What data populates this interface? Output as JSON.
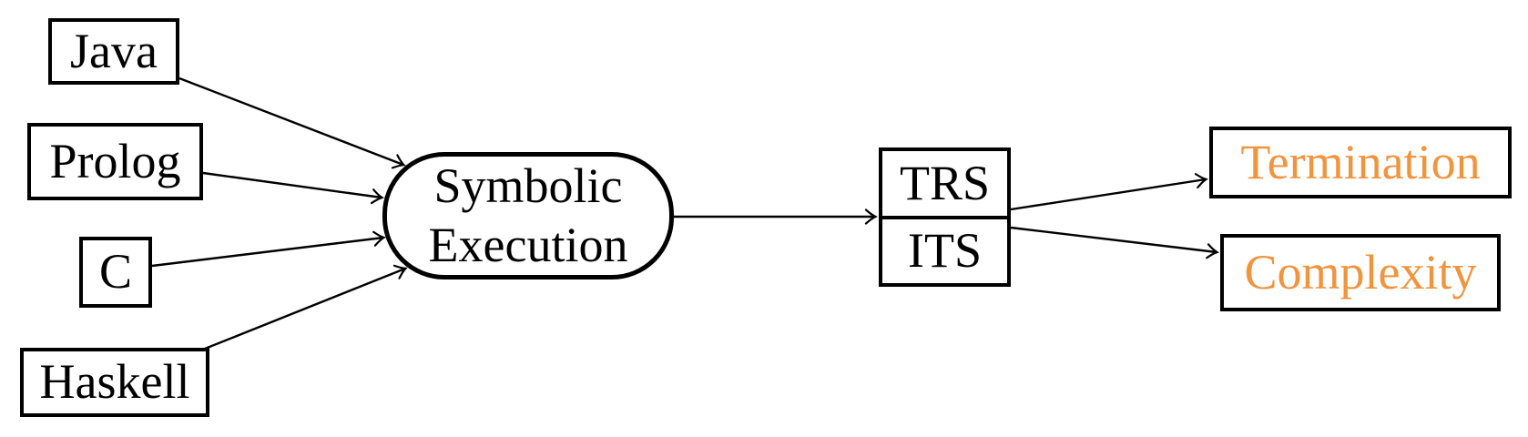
{
  "diagram": {
    "colors": {
      "line_and_border": "#000000",
      "text": "#000000",
      "highlight_text": "#F0943E",
      "background": "#FFFFFF"
    },
    "source_nodes": [
      {
        "id": "java",
        "label": "Java"
      },
      {
        "id": "prolog",
        "label": "Prolog"
      },
      {
        "id": "c",
        "label": "C"
      },
      {
        "id": "haskell",
        "label": "Haskell"
      }
    ],
    "center_node": {
      "label": "Symbolic Execution"
    },
    "intermediate_node": {
      "top_label": "TRS",
      "bottom_label": "ITS"
    },
    "result_nodes": [
      {
        "id": "termination",
        "label": "Termination"
      },
      {
        "id": "complexity",
        "label": "Complexity"
      }
    ],
    "edges": [
      {
        "from": "Java",
        "to": "Symbolic Execution"
      },
      {
        "from": "Prolog",
        "to": "Symbolic Execution"
      },
      {
        "from": "C",
        "to": "Symbolic Execution"
      },
      {
        "from": "Haskell",
        "to": "Symbolic Execution"
      },
      {
        "from": "Symbolic Execution",
        "to": "TRS/ITS"
      },
      {
        "from": "TRS/ITS",
        "to": "Termination"
      },
      {
        "from": "TRS/ITS",
        "to": "Complexity"
      }
    ]
  }
}
